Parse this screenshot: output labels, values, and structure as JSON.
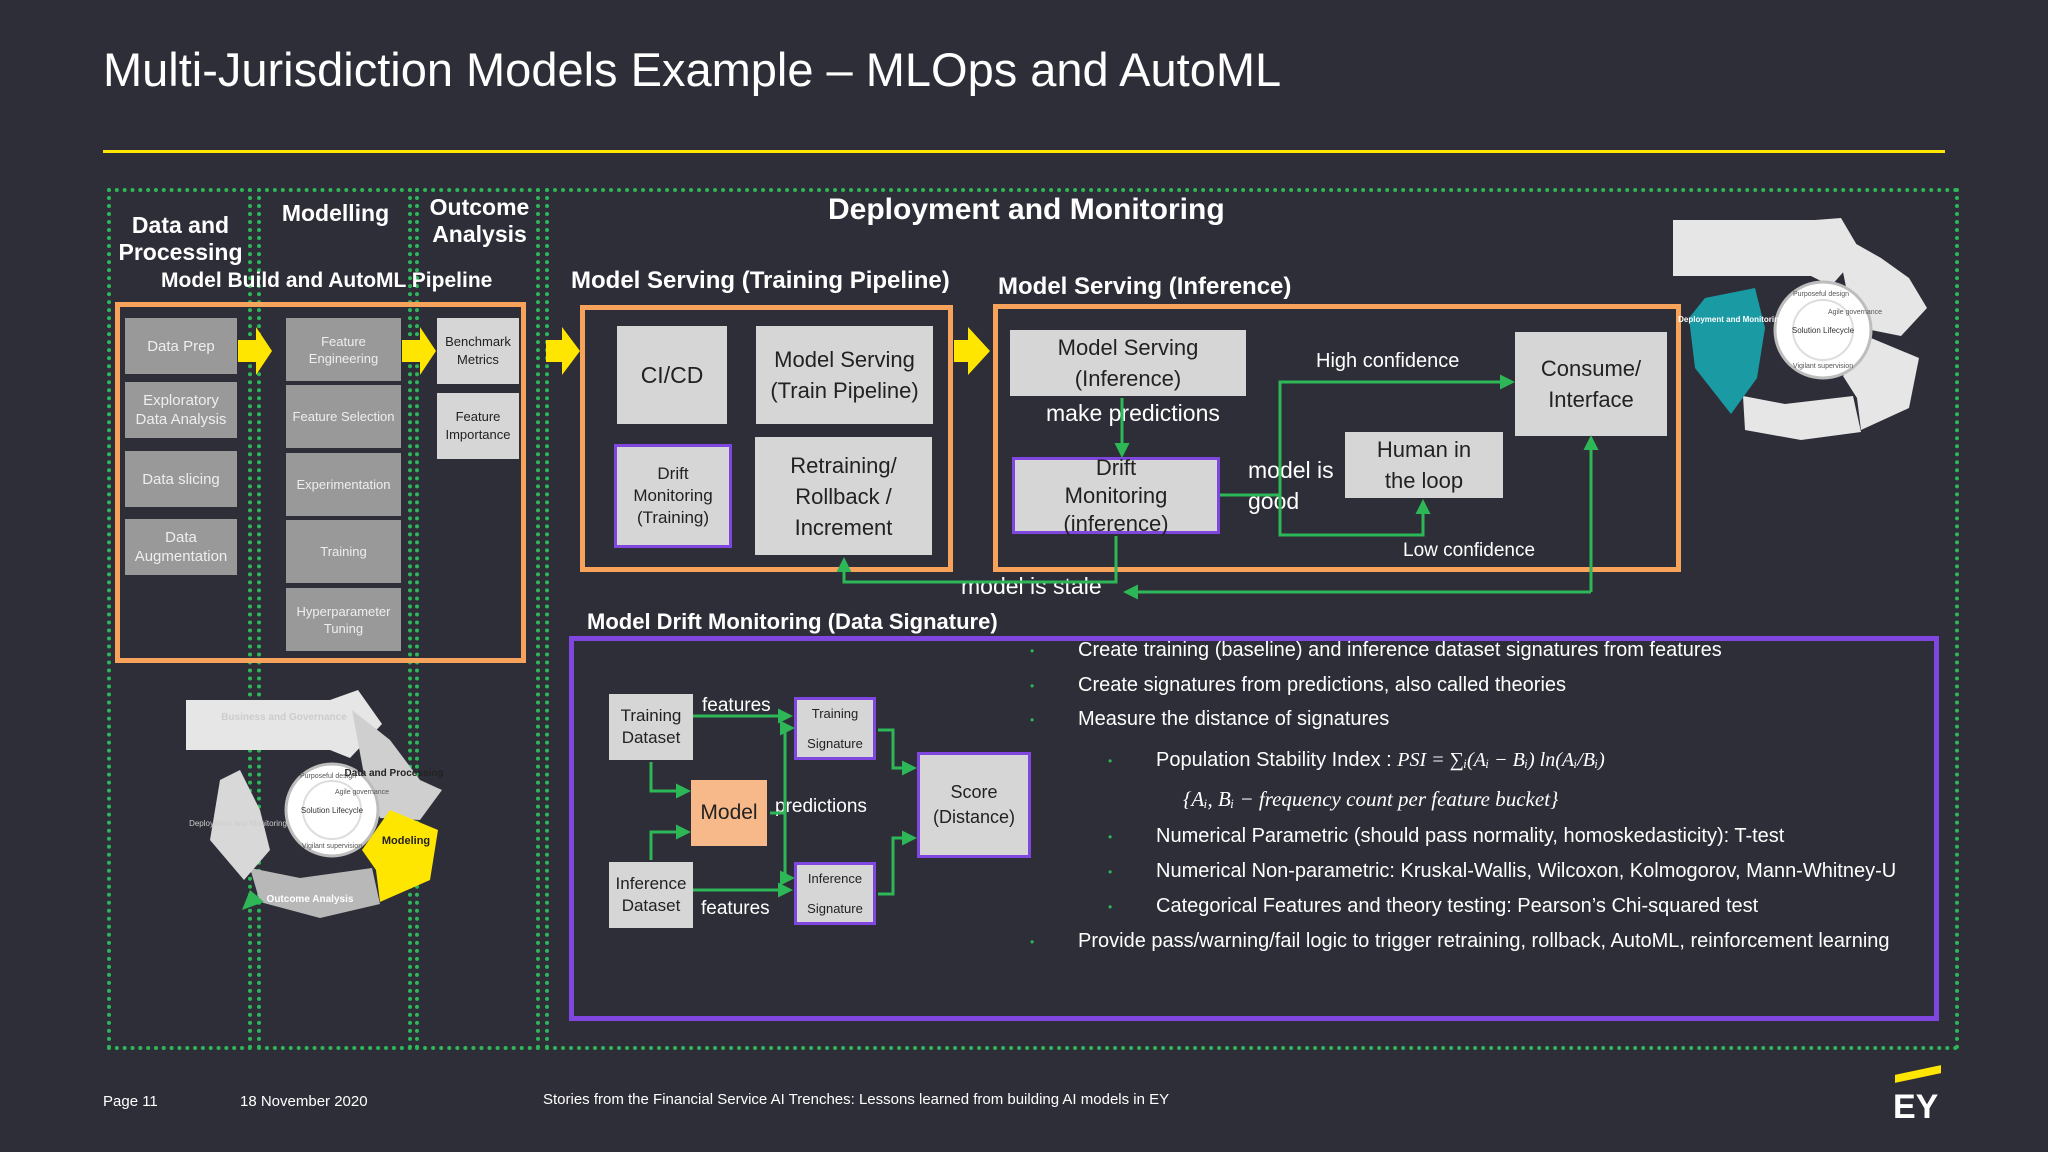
{
  "title": "Multi-Jurisdiction Models Example – MLOps and AutoML",
  "columns": {
    "data_processing": "Data and Processing",
    "modelling": "Modelling",
    "outcome": "Outcome Analysis",
    "deployment": "Deployment and Monitoring"
  },
  "pipeline": {
    "label": "Model Build and AutoML Pipeline",
    "data_steps": [
      "Data Prep",
      "Exploratory Data Analysis",
      "Data slicing",
      "Data Augmentation"
    ],
    "model_steps": [
      "Feature Engineering",
      "Feature Selection",
      "Experimentation",
      "Training",
      "Hyperparameter Tuning"
    ],
    "outcome_steps": [
      "Benchmark Metrics",
      "Feature Importance"
    ]
  },
  "training_serving": {
    "label": "Model Serving (Training Pipeline)",
    "cicd": "CI/CD",
    "model_serving": "Model Serving (Train Pipeline)",
    "drift": "Drift Monitoring (Training)",
    "retrain": "Retraining/ Rollback / Increment"
  },
  "inference_serving": {
    "label": "Model Serving (Inference)",
    "model_serving": "Model Serving (Inference)",
    "make_predictions": "make predictions",
    "drift": "Drift Monitoring (inference)",
    "model_good": "model is good",
    "high_conf": "High confidence",
    "low_conf": "Low confidence",
    "consume": "Consume/ Interface",
    "human": "Human in the loop",
    "stale": "model is stale"
  },
  "drift_monitoring": {
    "label": "Model Drift Monitoring (Data Signature)",
    "training_dataset": "Training Dataset",
    "inference_dataset": "Inference Dataset",
    "features_top": "features",
    "features_bottom": "features",
    "model": "Model",
    "predictions": "predictions",
    "training_sig_1": "Training",
    "training_sig_2": "Signature",
    "inference_sig_1": "Inference",
    "inference_sig_2": "Signature",
    "score": "Score (Distance)"
  },
  "bullets": [
    "Create training (baseline) and inference  dataset signatures from features",
    "Create signatures from predictions, also called theories",
    "Measure the distance of signatures"
  ],
  "sub_bullets": {
    "psi_label": "Population Stability Index : ",
    "psi_formula": "PSI = ∑ᵢ(Aᵢ − Bᵢ) ln(Aᵢ/Bᵢ)",
    "psi_note": "{Aᵢ, Bᵢ − frequency count per feature bucket}",
    "items": [
      "Numerical Parametric (should pass normality, homoskedasticity): T-test",
      "Numerical Non-parametric: Kruskal-Wallis, Wilcoxon, Kolmogorov, Mann-Whitney-U",
      "Categorical Features and theory testing: Pearson’s Chi-squared test"
    ]
  },
  "last_bullet": "Provide pass/warning/fail logic to trigger retraining, rollback, AutoML, reinforcement learning",
  "lifecycle_small": {
    "segments": [
      "Business and Governance",
      "Data and Processing",
      "Modeling",
      "Outcome Analysis",
      "Deployment and Monitoring"
    ],
    "center": "Solution Lifecycle",
    "ring": [
      "Purposeful design",
      "Agile governance",
      "Vigilant supervision"
    ]
  },
  "lifecycle_top": {
    "highlight": "Deployment and Monitoring",
    "center": "Solution Lifecycle",
    "ring": [
      "Purposeful design",
      "Agile governance",
      "Vigilant supervision"
    ]
  },
  "colors": {
    "bg": "#2e2e38",
    "accent": "#ffe600",
    "green": "#2db757",
    "orange": "#f7a35c",
    "purple": "#7f46e0",
    "teal": "#1a9ba3"
  },
  "footer": {
    "page": "Page 11",
    "date": "18 November 2020",
    "caption": "Stories from the Financial Service AI Trenches: Lessons learned from building AI models in EY",
    "logo": "EY"
  }
}
